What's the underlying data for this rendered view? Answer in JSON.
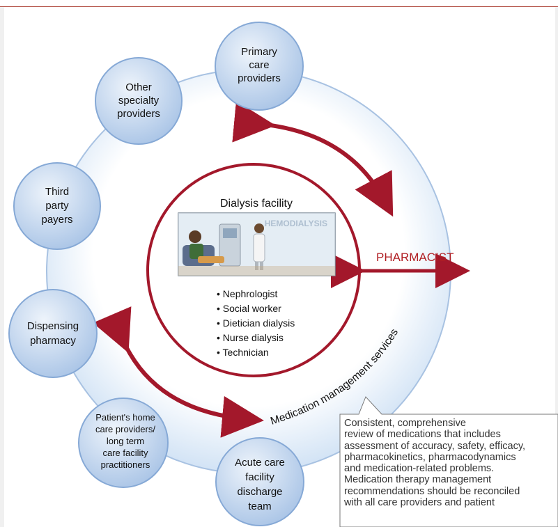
{
  "nodes": {
    "primary_care": [
      "Primary",
      "care",
      "providers"
    ],
    "other_specialty": [
      "Other",
      "specialty",
      "providers"
    ],
    "third_party": [
      "Third",
      "party",
      "payers"
    ],
    "dispensing_pharmacy": [
      "Dispensing",
      "pharmacy"
    ],
    "home_care": [
      "Patient's home",
      "care providers/",
      "long term",
      "care facility",
      "practitioners"
    ],
    "acute_care": [
      "Acute care",
      "facility",
      "discharge",
      "team"
    ]
  },
  "center": {
    "title": "Dialysis facility",
    "image_sign": "HEMODIALYSIS",
    "roles": [
      "Nephrologist",
      "Social worker",
      "Dietician dialysis",
      "Nurse dialysis",
      "Technician"
    ]
  },
  "pharmacist_label": "PHARMACIST",
  "ring_label": "Medication management services",
  "callout_lines": [
    "Consistent, comprehensive",
    "review of medications that includes",
    "assessment of accuracy, safety, efficacy,",
    "pharmacokinetics, pharmacodynamics",
    "and medication-related problems.",
    "Medication therapy management",
    "recommendations should be reconciled",
    "with all care providers and patient"
  ],
  "colors": {
    "arrow_red": "#a3182b",
    "node_fill": "#b8cfea",
    "ring_fill": "#ddeaf7",
    "ring_edge": "#9fbde0"
  }
}
